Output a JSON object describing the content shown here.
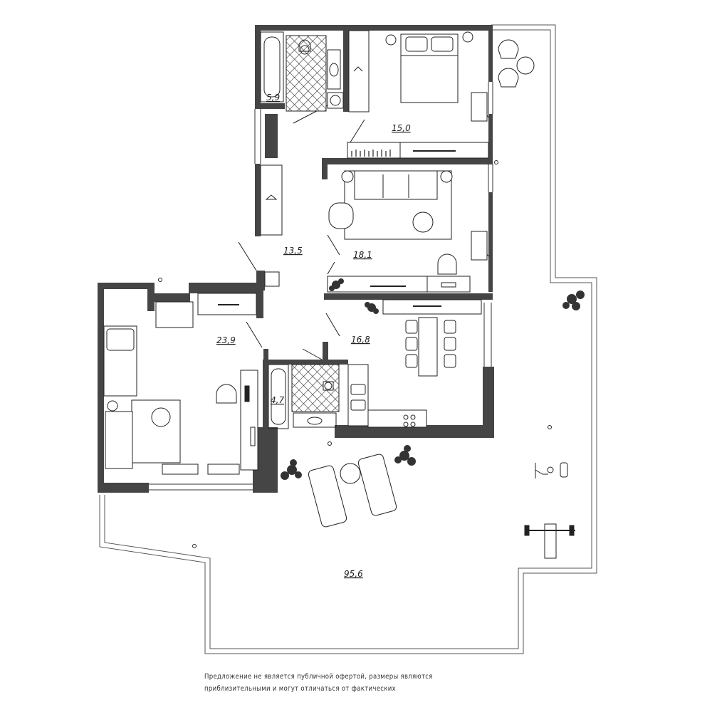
{
  "plan": {
    "rooms": [
      {
        "id": "bathroom-master",
        "area": "5,9"
      },
      {
        "id": "bedroom-master",
        "area": "15,0"
      },
      {
        "id": "hallway",
        "area": "13,5"
      },
      {
        "id": "living-room",
        "area": "18,1"
      },
      {
        "id": "bedroom-second",
        "area": "23,9"
      },
      {
        "id": "kitchen-dining",
        "area": "16,8"
      },
      {
        "id": "bathroom-guest",
        "area": "4,7"
      },
      {
        "id": "terrace",
        "area": "95,6"
      }
    ],
    "disclaimer": {
      "line1": "Предложение не является публичной офертой, размеры являются",
      "line2": "приблизительными и могут отличаться от фактических"
    },
    "colors": {
      "wall": "#454545",
      "line": "#222222",
      "plant": "#333333"
    }
  }
}
